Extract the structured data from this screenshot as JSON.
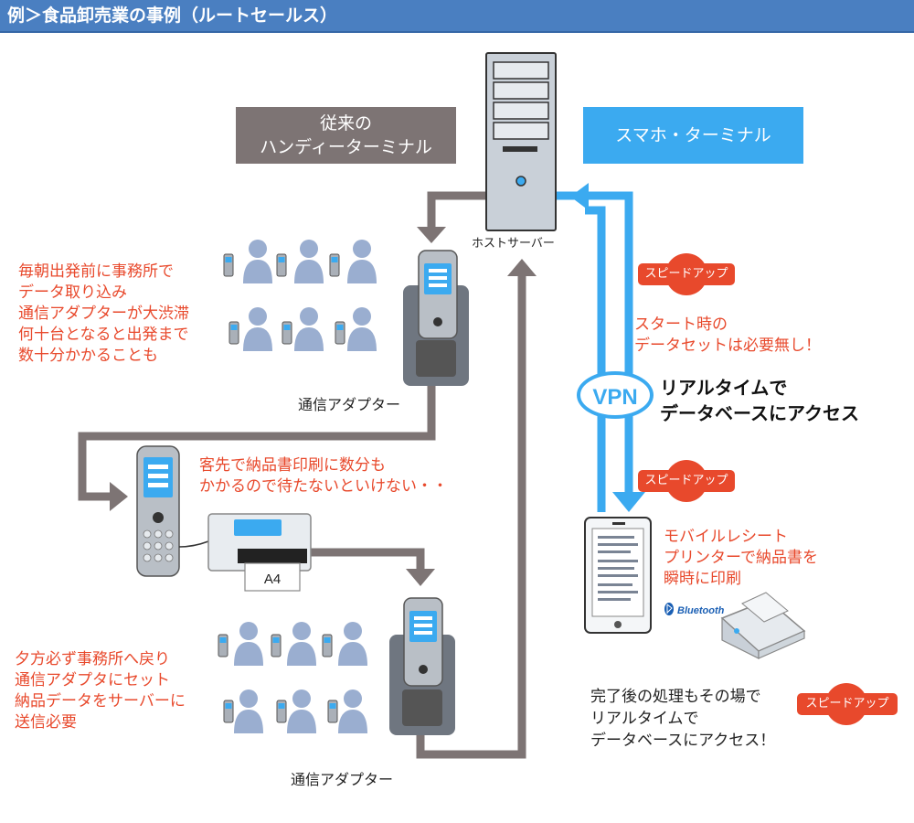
{
  "header": {
    "title": "例＞食品卸売業の事例（ルートセールス）"
  },
  "legacy_label": "従来の\nハンディーターミナル",
  "smartphone_label": "スマホ・ターミナル",
  "server_label": "ホストサーバー",
  "adapter_label_top": "通信アダプター",
  "adapter_label_bottom": "通信アダプター",
  "notes": {
    "morning": "毎朝出発前に事務所で\nデータ取り込み\n通信アダプターが大渋滞\n何十台となると出発まで\n数十分かかることも",
    "print_wait": "客先で納品書印刷に数分も\nかかるので待たないといけない・・",
    "evening": "夕方必ず事務所へ戻り\n通信アダプタにセット\n納品データをサーバーに\n送信必要",
    "start_no_set": "スタート時の\nデータセットは必要無し！",
    "realtime_access": "リアルタイムで\nデータベースにアクセス",
    "mobile_print": "モバイルレシート\nプリンターで納品書を\n瞬時に印刷",
    "after_process": "完了後の処理もその場で\nリアルタイムで\nデータベースにアクセス！"
  },
  "badges": {
    "speedup_1": "スピードアップ",
    "speedup_2": "スピードアップ",
    "speedup_3": "スピードアップ"
  },
  "vpn_label": "VPN",
  "paper_label": "A4",
  "bluetooth_label": "Bluetooth",
  "colors": {
    "header": "#4a7fc1",
    "legacy_box": "#7d7474",
    "smart_box": "#3baaf0",
    "accent_red": "#e8492c",
    "arrow_gray": "#7d7474",
    "arrow_blue": "#3baaf0",
    "person": "#9aaed0"
  }
}
